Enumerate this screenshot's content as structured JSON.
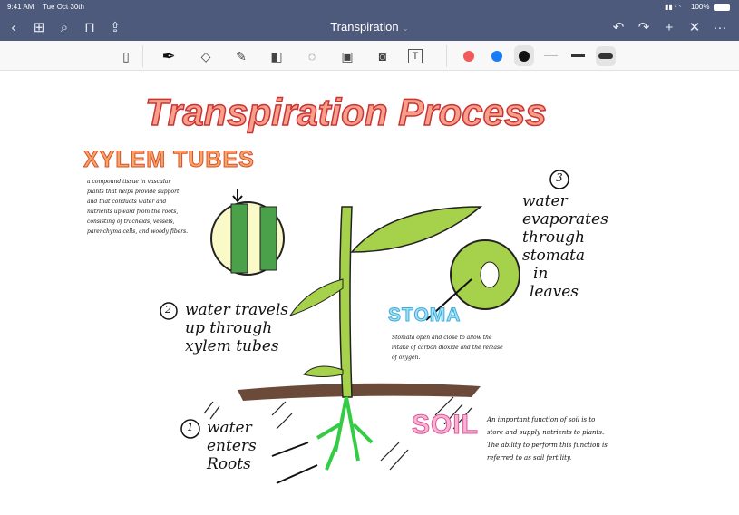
{
  "status": {
    "time": "9:41 AM",
    "date": "Tue Oct 30th",
    "battery": "100%"
  },
  "nav": {
    "title": "Transpiration",
    "title_chevron": "⌄"
  },
  "toolbar": {
    "colors": {
      "red": "#f05a5a",
      "blue": "#1a7cf5",
      "black": "#111111"
    }
  },
  "note": {
    "title": "Transpiration Process",
    "xylem_heading": "XYLEM TUBES",
    "xylem_text": [
      "a compound tissue in vascular",
      "plants that helps provide support",
      "and that conducts water and",
      "nutrients upward from the roots,",
      "consisting of tracheids, vessels,",
      "parenchyma cells, and woody fibers."
    ],
    "step1_num": "1",
    "step1_text": [
      "water",
      "enters",
      "Roots"
    ],
    "step2_num": "2",
    "step2_text": [
      "water travels",
      "up through",
      "xylem tubes"
    ],
    "step3_num": "3",
    "step3_text": [
      "water",
      "evaporates",
      "through",
      "stomata",
      "in",
      "leaves"
    ],
    "stoma_heading": "STOMA",
    "stoma_text": [
      "Stomata open and close to allow the",
      "intake of carbon dioxide and the release",
      "of oxygen."
    ],
    "soil_heading": "SOIL",
    "soil_text": [
      "An important function of soil is to",
      "store and supply nutrients to plants.",
      "The ability to perform this function is",
      "referred to as soil fertility."
    ]
  }
}
